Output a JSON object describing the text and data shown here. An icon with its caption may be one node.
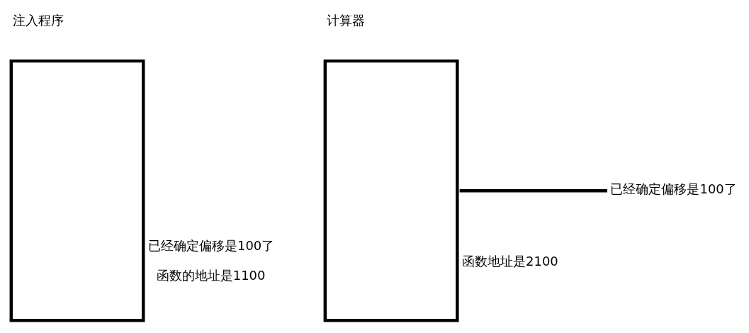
{
  "diagram": {
    "nodes": [
      {
        "text": [
          "注入程序"
        ],
        "beside": [
          "已经确定偏移是100了",
          "函数的地址是1100"
        ]
      },
      {
        "text": [
          "计算器"
        ],
        "beside": [
          "函数地址是2100"
        ]
      },
      {
        "text": [
          "已经确定偏移是100了"
        ]
      }
    ],
    "edges": [
      {
        "from": 1,
        "to": 2,
        "arrow": "none"
      }
    ]
  }
}
